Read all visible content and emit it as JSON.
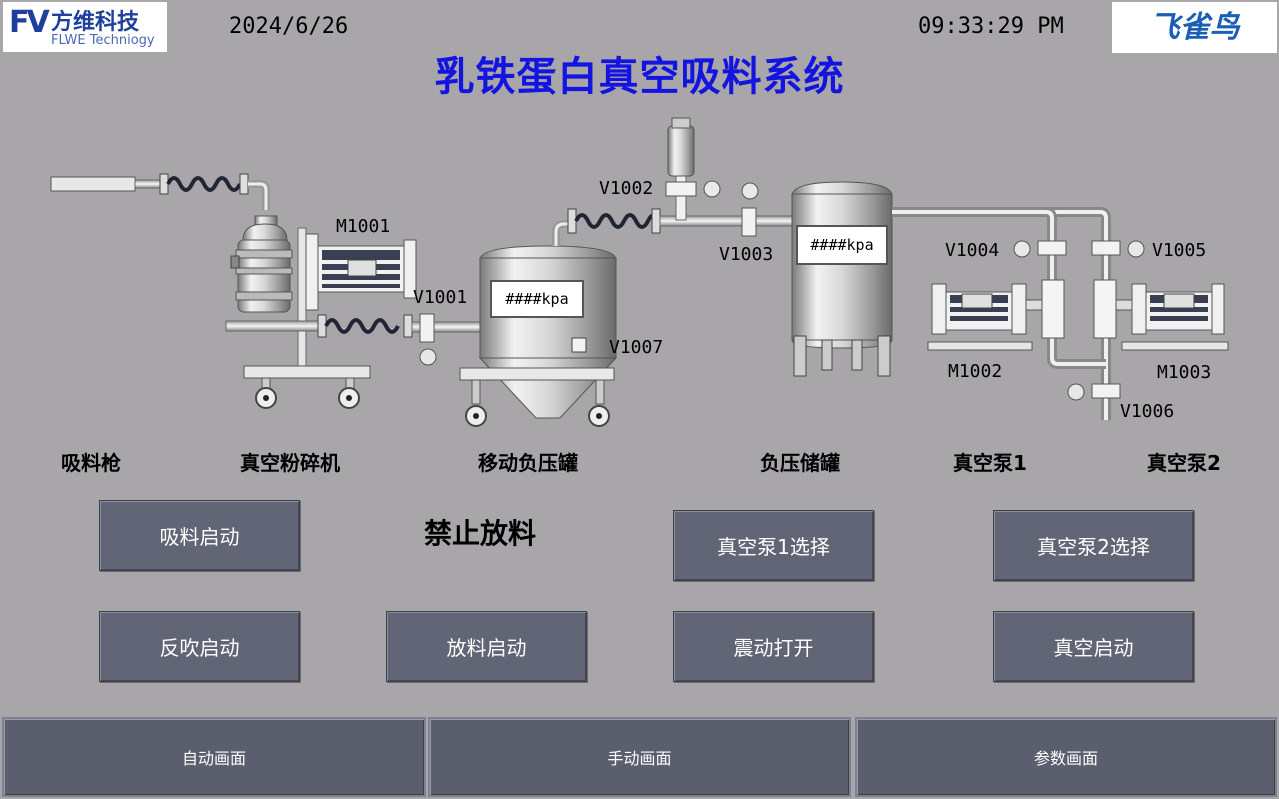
{
  "header": {
    "logo_left_mark": "FV",
    "logo_left_cn": "方维科技",
    "logo_left_en": "FLWE Techniogy",
    "logo_right_text": "飞雀鸟",
    "date": "2024/6/26",
    "time": "09:33:29 PM",
    "title": "乳铁蛋白真空吸料系统"
  },
  "process": {
    "tags": {
      "m1001": "M1001",
      "m1002": "M1002",
      "m1003": "M1003",
      "v1001": "V1001",
      "v1002": "V1002",
      "v1003": "V1003",
      "v1004": "V1004",
      "v1005": "V1005",
      "v1006": "V1006",
      "v1007": "V1007"
    },
    "pressure_mobile_tank": "####kpa",
    "pressure_storage_tank": "####kpa",
    "captions": {
      "suction_gun": "吸料枪",
      "vacuum_crusher": "真空粉碎机",
      "mobile_tank": "移动负压罐",
      "storage_tank": "负压储罐",
      "pump1": "真空泵1",
      "pump2": "真空泵2"
    }
  },
  "controls": {
    "suction_start": "吸料启动",
    "discharge_status": "禁止放料",
    "pump1_select": "真空泵1选择",
    "pump2_select": "真空泵2选择",
    "backblow_start": "反吹启动",
    "discharge_start": "放料启动",
    "vibration_on": "震动打开",
    "vacuum_start": "真空启动"
  },
  "nav": {
    "auto": "自动画面",
    "manual": "手动画面",
    "params": "参数画面"
  },
  "colors": {
    "background": "#a8a6a9",
    "title": "#1414e0",
    "button": "#626575"
  }
}
